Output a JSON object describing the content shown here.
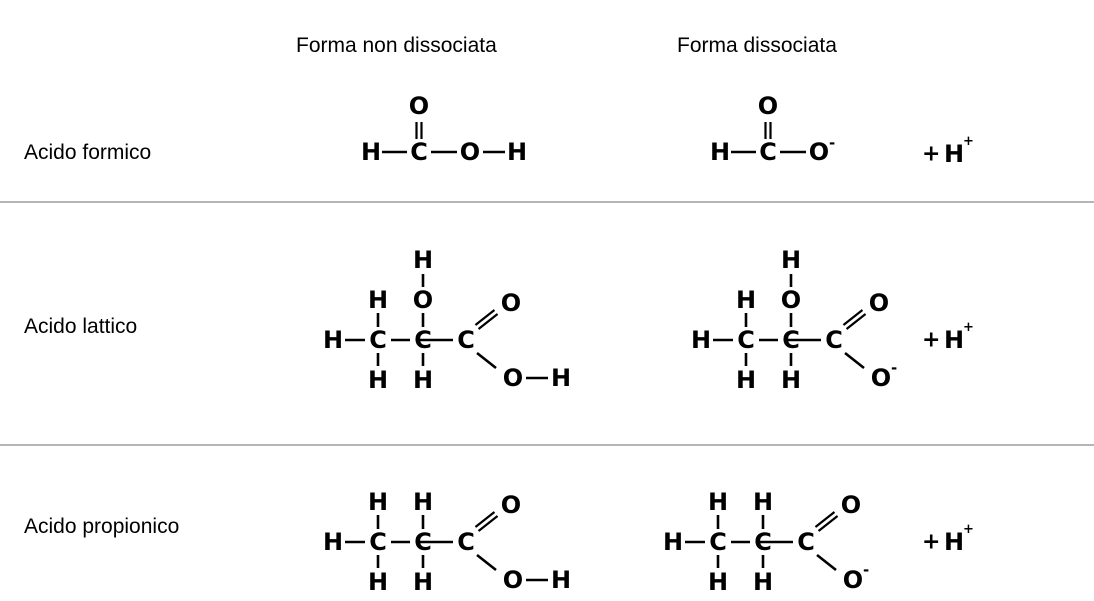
{
  "headers": {
    "undissociated": "Forma non dissociata",
    "dissociated": "Forma dissociata"
  },
  "rows": [
    {
      "label": "Acido formico"
    },
    {
      "label": "Acido lattico"
    },
    {
      "label": "Acido propionico"
    }
  ],
  "atoms": {
    "H": "H",
    "C": "C",
    "O": "O"
  },
  "charges": {
    "anion": "-",
    "proton_plus": "+",
    "proton_H": "H",
    "proton_charge": "+"
  }
}
